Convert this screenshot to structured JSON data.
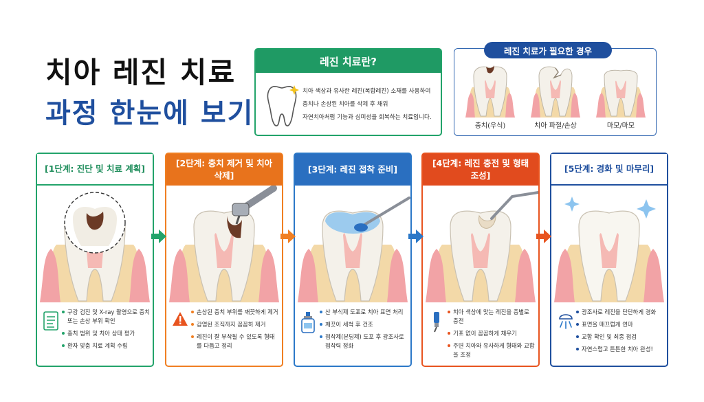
{
  "title": {
    "line1": "치아 레진 치료",
    "line2": "과정 한눈에 보기"
  },
  "intro": {
    "heading": "레진 치료란?",
    "lines": [
      "치아 색상과 유사한 레진(복합레진) 소재를 사용하여",
      "충치나 손상된 치아를 삭제 후 채워",
      "자연치아처럼 기능과 심미성을 회복하는 치료입니다."
    ]
  },
  "cases": {
    "heading": "레진 치료가 필요한 경우",
    "items": [
      "충치(우식)",
      "치아 파절/손상",
      "마모/마모"
    ]
  },
  "steps": [
    {
      "title": "[1단계: 진단 및 치료 계획]",
      "bullets": [
        "구강 검진 및 X-ray 촬영으로 충치 또는 손상 부위 확인",
        "충치 범위 및 치아 상태 평가",
        "환자 맞춤 치료 계획 수립"
      ]
    },
    {
      "title": "[2단계: 충치 제거 및 치아 삭제]",
      "bullets": [
        "손상된 충치 부위를 깨끗하게 제거",
        "감염된 조직까지 꼼꼼히 제거",
        "레진이 잘 부착될 수 있도록 형태를 다듬고 정리"
      ]
    },
    {
      "title": "[3단계: 레진 접착 준비]",
      "bullets": [
        "산 부식제 도포로 치아 표면 처리",
        "깨끗이 세척 후 건조",
        "접착제(본딩제) 도포 후 광조사로 접착력 정화"
      ]
    },
    {
      "title": "[4단계: 레진 충전 및 형태 조성]",
      "bullets": [
        "치아 색상에 맞는 레진을 층별로 충전",
        "기포 없이 꼼꼼하게 채우기",
        "주변 치아와 유사하게 형태와 교합을 조정"
      ]
    },
    {
      "title": "[5단계: 경화 및 마무리]",
      "bullets": [
        "광조사로 레진을 단단하게 경화",
        "표면을 매끄럽게 연마",
        "교합 확인 및 최종 점검",
        "자연스럽고 튼튼한 치아 완성!"
      ]
    }
  ],
  "colors": {
    "green": "#22a36a",
    "orange": "#f07f22",
    "blue": "#2b78c8",
    "red_orange": "#e8541f",
    "navy": "#1f4f9e",
    "gum": "#f2a3a6",
    "bone": "#f3d9a8",
    "enamel": "#f4f1ea",
    "decay": "#6b3a26",
    "resin": "#8cc4ef"
  },
  "icons": [
    "tooth-sparkle-icon",
    "document-icon",
    "warning-icon",
    "bonding-bottle-icon",
    "resin-syringe-icon",
    "curing-light-icon",
    "dental-drill-icon",
    "applicator-icon",
    "filling-instrument-icon",
    "sparkle-icon",
    "arrow-right-icon"
  ]
}
